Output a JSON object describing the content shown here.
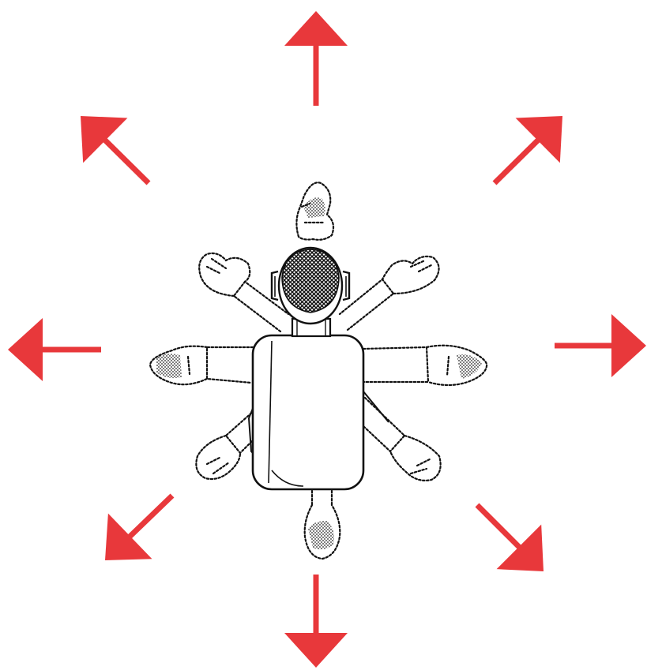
{
  "diagram": {
    "arrow_color": "#e8383b",
    "figure_line_color": "#111111",
    "figure_fill_color": "#ffffff",
    "arrows": [
      {
        "direction": "up",
        "icon": "arrow-up-icon"
      },
      {
        "direction": "up-right",
        "icon": "arrow-up-right-icon"
      },
      {
        "direction": "right",
        "icon": "arrow-right-icon"
      },
      {
        "direction": "down-right",
        "icon": "arrow-down-right-icon"
      },
      {
        "direction": "down",
        "icon": "arrow-down-icon"
      },
      {
        "direction": "down-left",
        "icon": "arrow-down-left-icon"
      },
      {
        "direction": "left",
        "icon": "arrow-left-icon"
      },
      {
        "direction": "up-left",
        "icon": "arrow-up-left-icon"
      }
    ],
    "figure": {
      "icon": "person-top-view-icon",
      "arm_positions": [
        "up",
        "up-right",
        "right",
        "down-right",
        "down",
        "down-left",
        "left",
        "up-left"
      ]
    }
  }
}
